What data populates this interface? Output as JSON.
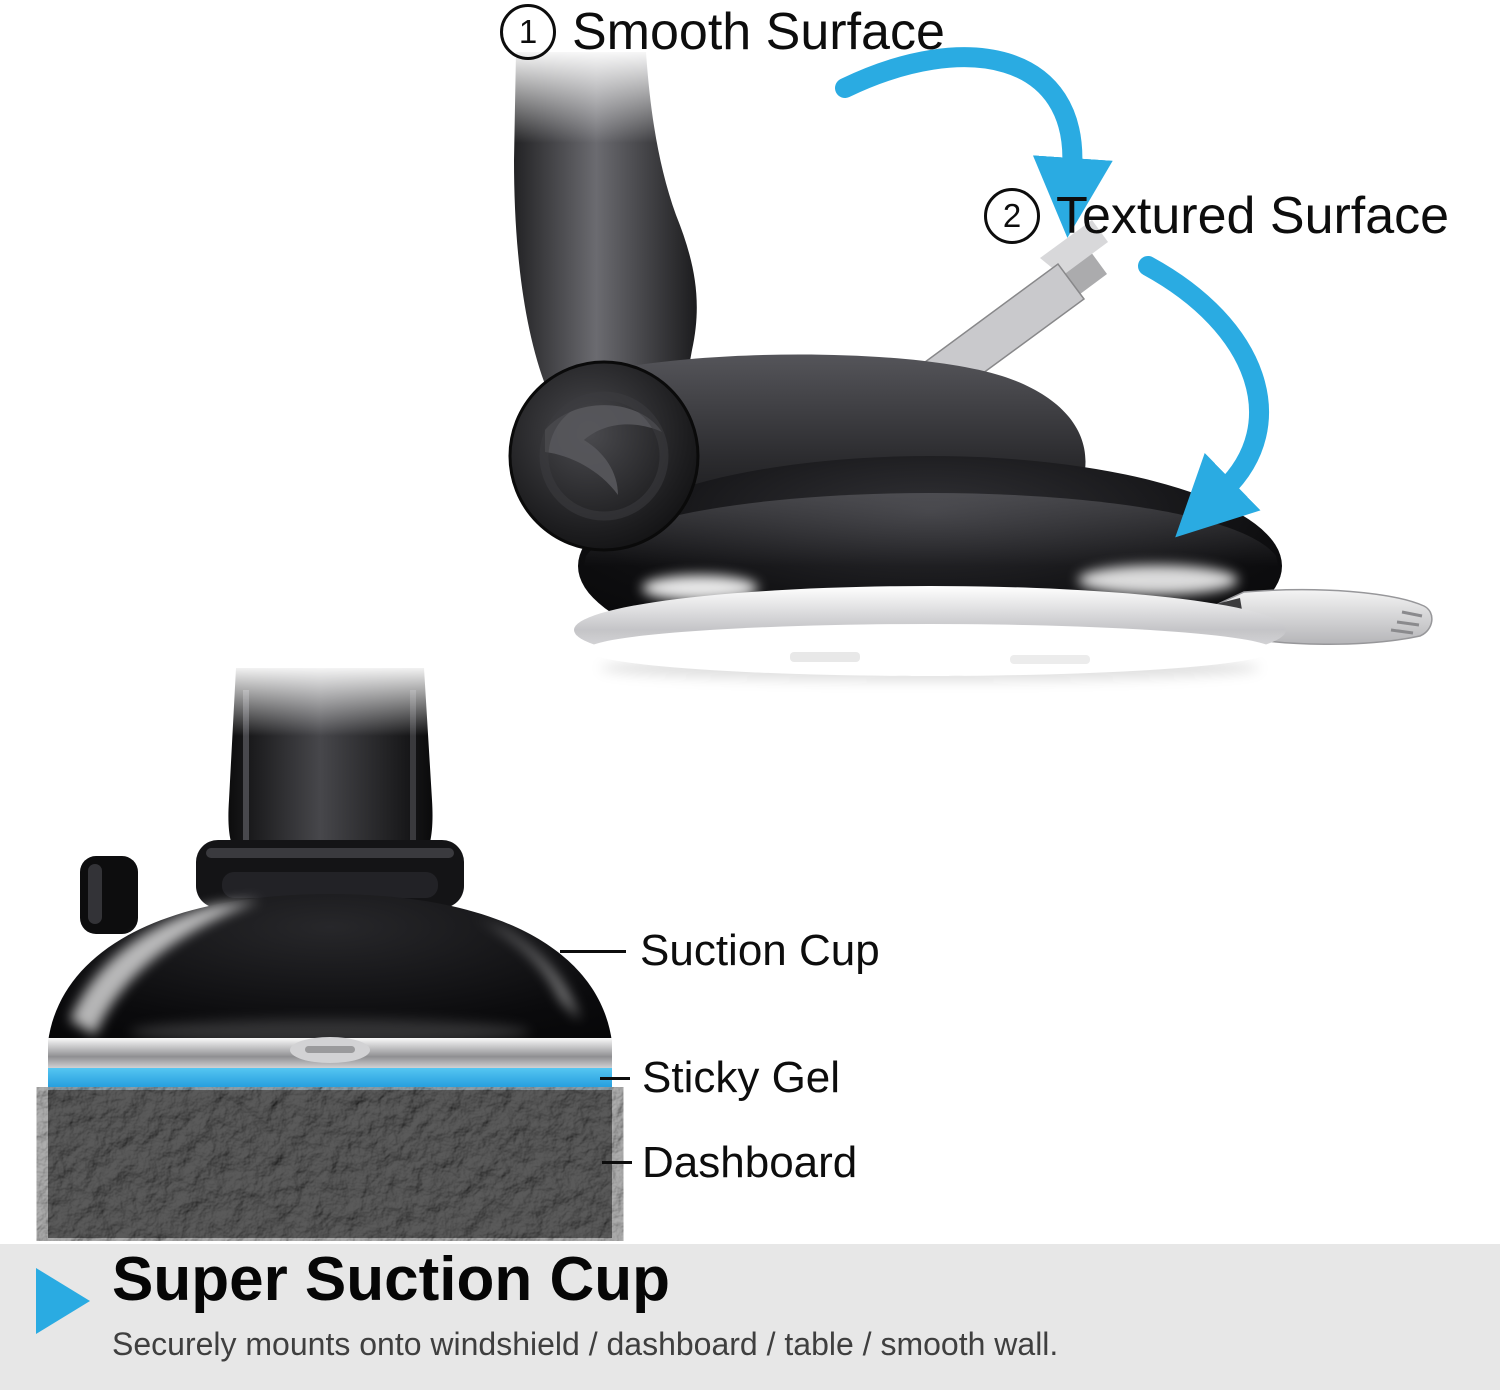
{
  "annotations": {
    "smooth": {
      "number": "1",
      "label": "Smooth Surface"
    },
    "textured": {
      "number": "2",
      "label": "Textured Surface"
    }
  },
  "callouts": [
    {
      "label": "Suction Cup"
    },
    {
      "label": "Sticky Gel"
    },
    {
      "label": "Dashboard"
    }
  ],
  "banner": {
    "title": "Super Suction Cup",
    "subtitle": "Securely mounts onto windshield / dashboard / table / smooth wall."
  },
  "colors": {
    "arrow_blue": "#2aabe2",
    "gel_blue": "#2bb0e8",
    "banner_background": "#e7e7e7",
    "banner_icon_blue": "#2aabe2"
  },
  "icons": {
    "banner_icon": "right-arrow-triangle-icon",
    "step_badges": [
      "circled-1-icon",
      "circled-2-icon"
    ]
  }
}
